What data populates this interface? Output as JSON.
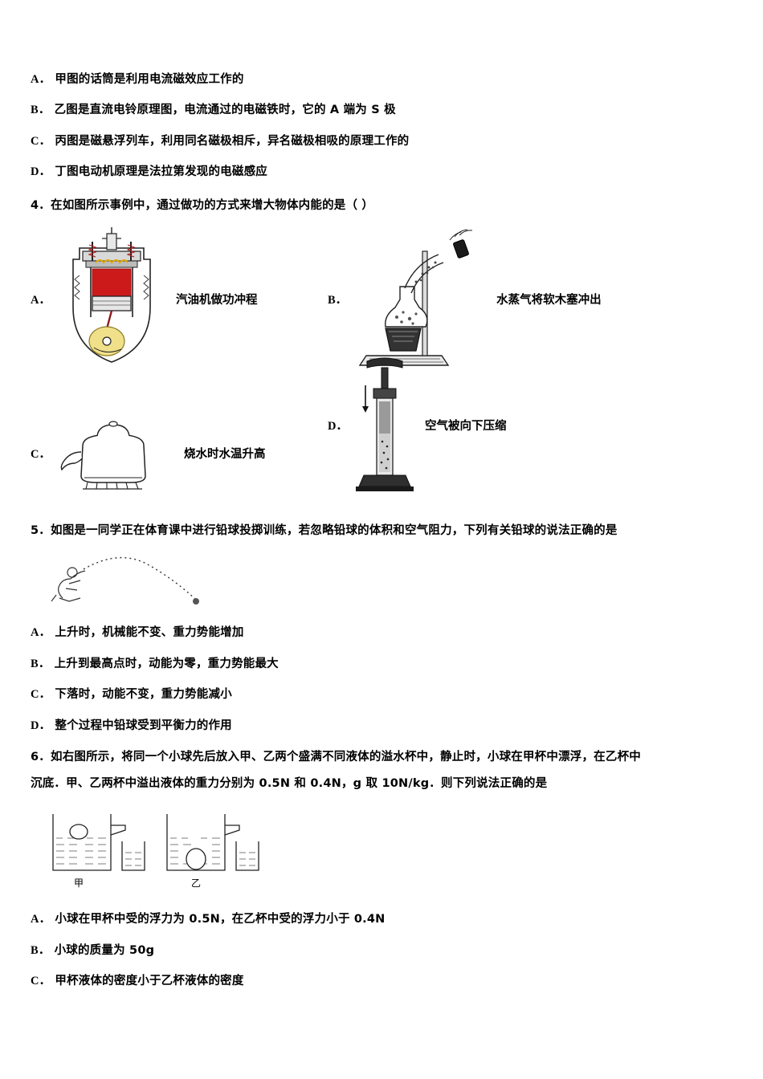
{
  "document": {
    "question3_options": [
      {
        "label": "A．",
        "text": "甲图的话筒是利用电流磁效应工作的"
      },
      {
        "label": "B．",
        "text": "乙图是直流电铃原理图，电流通过的电磁铁时，它的 A 端为 S 极"
      },
      {
        "label": "C．",
        "text": "丙图是磁悬浮列车，利用同名磁极相斥，异名磁极相吸的原理工作的"
      },
      {
        "label": "D．",
        "text": "丁图电动机原理是法拉第发现的电磁感应"
      }
    ],
    "question4": {
      "stem": "4．在如图所示事例中，通过做功的方式来增大物体内能的是（       ）",
      "options": [
        {
          "label": "A．",
          "caption": "汽油机做功冲程",
          "figure": "gasoline-engine"
        },
        {
          "label": "B．",
          "caption": "水蒸气将软木塞冲出",
          "figure": "steam-cork"
        },
        {
          "label": "C．",
          "caption": "烧水时水温升高",
          "figure": "kettle"
        },
        {
          "label": "D．",
          "caption": "空气被向下压缩",
          "figure": "air-pump"
        }
      ]
    },
    "question5": {
      "stem": "5．如图是一同学正在体育课中进行铅球投掷训练，若忽略铅球的体积和空气阻力，下列有关铅球的说法正确的是",
      "figure": "shot-put-trajectory",
      "options": [
        {
          "label": "A．",
          "text": "上升时，机械能不变、重力势能增加"
        },
        {
          "label": "B．",
          "text": "上升到最高点时，动能为零，重力势能最大"
        },
        {
          "label": "C．",
          "text": "下落时，动能不变，重力势能减小"
        },
        {
          "label": "D．",
          "text": "整个过程中铅球受到平衡力的作用"
        }
      ]
    },
    "question6": {
      "stem_line1": "6．如右图所示，将同一个小球先后放入甲、乙两个盛满不同液体的溢水杯中，静止时，小球在甲杯中漂浮，在乙杯中",
      "stem_line2": "沉底．甲、乙两杯中溢出液体的重力分别为 0.5N 和 0.4N，g 取 10N/kg．则下列说法正确的是",
      "figure": "overflow-cups",
      "figure_labels": [
        "甲",
        "乙"
      ],
      "options": [
        {
          "label": "A．",
          "text": "小球在甲杯中受的浮力为 0.5N，在乙杯中受的浮力小于 0.4N"
        },
        {
          "label": "B．",
          "text": "小球的质量为 50g"
        },
        {
          "label": "C．",
          "text": "甲杯液体的密度小于乙杯液体的密度"
        }
      ]
    }
  }
}
